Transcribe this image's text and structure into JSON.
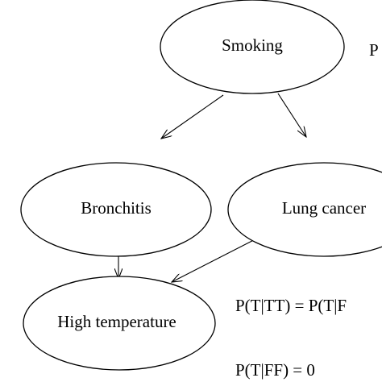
{
  "diagram": {
    "type": "bayesian-network",
    "nodes": [
      {
        "id": "smoking",
        "label": "Smoking"
      },
      {
        "id": "bronchitis",
        "label": "Bronchitis"
      },
      {
        "id": "lung_cancer",
        "label": "Lung cancer"
      },
      {
        "id": "high_temperature",
        "label": "High temperature"
      }
    ],
    "edges": [
      {
        "from": "smoking",
        "to": "bronchitis"
      },
      {
        "from": "smoking",
        "to": "lung_cancer"
      },
      {
        "from": "bronchitis",
        "to": "high_temperature"
      },
      {
        "from": "lung_cancer",
        "to": "high_temperature"
      }
    ],
    "annotations": [
      {
        "id": "smoking_prob",
        "text": "P"
      },
      {
        "id": "temp_prob_tt",
        "text": "P(T|TT) = P(T|F"
      },
      {
        "id": "temp_prob_ff",
        "text": "P(T|FF) = 0"
      }
    ]
  }
}
